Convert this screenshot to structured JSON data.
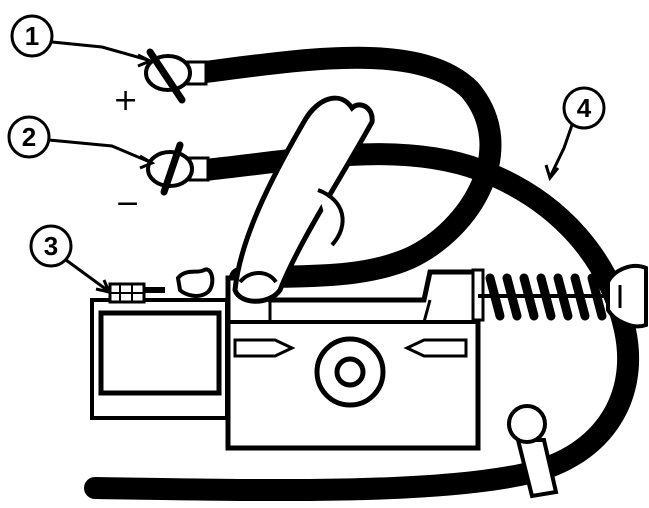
{
  "figure": {
    "callouts": [
      {
        "id": "1",
        "label": "1"
      },
      {
        "id": "2",
        "label": "2"
      },
      {
        "id": "3",
        "label": "3"
      },
      {
        "id": "4",
        "label": "4"
      }
    ],
    "polarity": {
      "positive": "+",
      "negative": "−"
    },
    "colors": {
      "ink": "#000000",
      "paper": "#ffffff"
    }
  }
}
